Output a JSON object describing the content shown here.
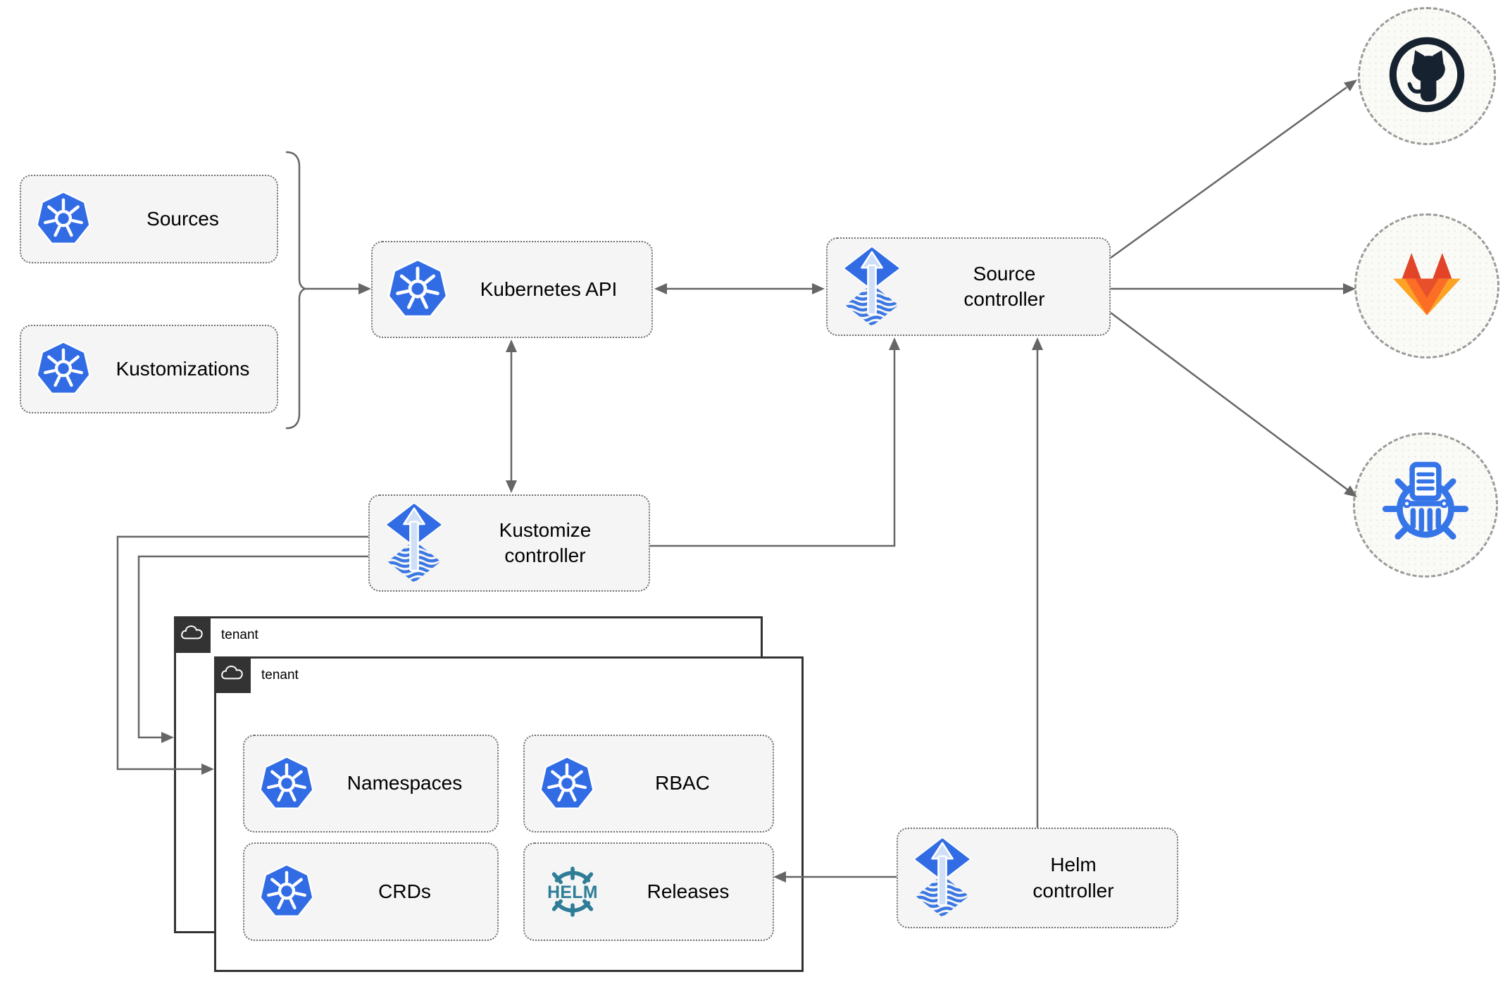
{
  "diagram": {
    "nodes": {
      "sources": {
        "label": "Sources",
        "icon": "kubernetes-icon"
      },
      "kustomizations": {
        "label": "Kustomizations",
        "icon": "kubernetes-icon"
      },
      "kubernetes_api": {
        "label": "Kubernetes API",
        "icon": "kubernetes-icon"
      },
      "source_controller": {
        "label": "Source\ncontroller",
        "icon": "flux-icon"
      },
      "kustomize_controller": {
        "label": "Kustomize\ncontroller",
        "icon": "flux-icon"
      },
      "helm_controller": {
        "label": "Helm\ncontroller",
        "icon": "flux-icon"
      },
      "namespaces": {
        "label": "Namespaces",
        "icon": "kubernetes-icon"
      },
      "rbac": {
        "label": "RBAC",
        "icon": "kubernetes-icon"
      },
      "crds": {
        "label": "CRDs",
        "icon": "kubernetes-icon"
      },
      "releases": {
        "label": "Releases",
        "icon": "helm-logo"
      }
    },
    "groups": {
      "tenant_outer": {
        "label": "tenant",
        "icon": "cloud-icon"
      },
      "tenant_inner": {
        "label": "tenant",
        "icon": "cloud-icon"
      }
    },
    "endpoints": {
      "github": {
        "icon": "github-icon"
      },
      "gitlab": {
        "icon": "gitlab-icon"
      },
      "chartmuseum": {
        "icon": "chartmuseum-icon"
      }
    },
    "helm_logo": {
      "text": "HELM"
    },
    "edges": [
      {
        "from": "sources-and-kustomizations",
        "to": "kubernetes-api",
        "style": "arrow"
      },
      {
        "from": "kubernetes-api",
        "to": "source-controller",
        "style": "double-arrow"
      },
      {
        "from": "kubernetes-api",
        "to": "kustomize-controller",
        "style": "double-arrow"
      },
      {
        "from": "kustomize-controller",
        "to": "source-controller",
        "style": "arrow"
      },
      {
        "from": "kustomize-controller",
        "to": "tenant-outer",
        "style": "arrow"
      },
      {
        "from": "kustomize-controller",
        "to": "tenant-inner",
        "style": "arrow"
      },
      {
        "from": "helm-controller",
        "to": "source-controller",
        "style": "arrow"
      },
      {
        "from": "helm-controller",
        "to": "releases",
        "style": "arrow"
      },
      {
        "from": "source-controller",
        "to": "github",
        "style": "arrow"
      },
      {
        "from": "source-controller",
        "to": "gitlab",
        "style": "arrow"
      },
      {
        "from": "source-controller",
        "to": "chartmuseum",
        "style": "arrow"
      }
    ],
    "colors": {
      "node_fill": "#f5f5f5",
      "node_border": "#6f6f6f",
      "line": "#666666",
      "tenant_border": "#333333",
      "tenant_tab": "#333333",
      "kubernetes_blue": "#326CE5",
      "flux_blue": "#316CE4",
      "flux_arrow_light": "#cfdff7",
      "helm_teal": "#2e7d97",
      "github_dark": "#16222f",
      "gitlab_red": "#e24329",
      "gitlab_orange": "#fc6d26",
      "gitlab_yellow": "#fca326"
    }
  }
}
